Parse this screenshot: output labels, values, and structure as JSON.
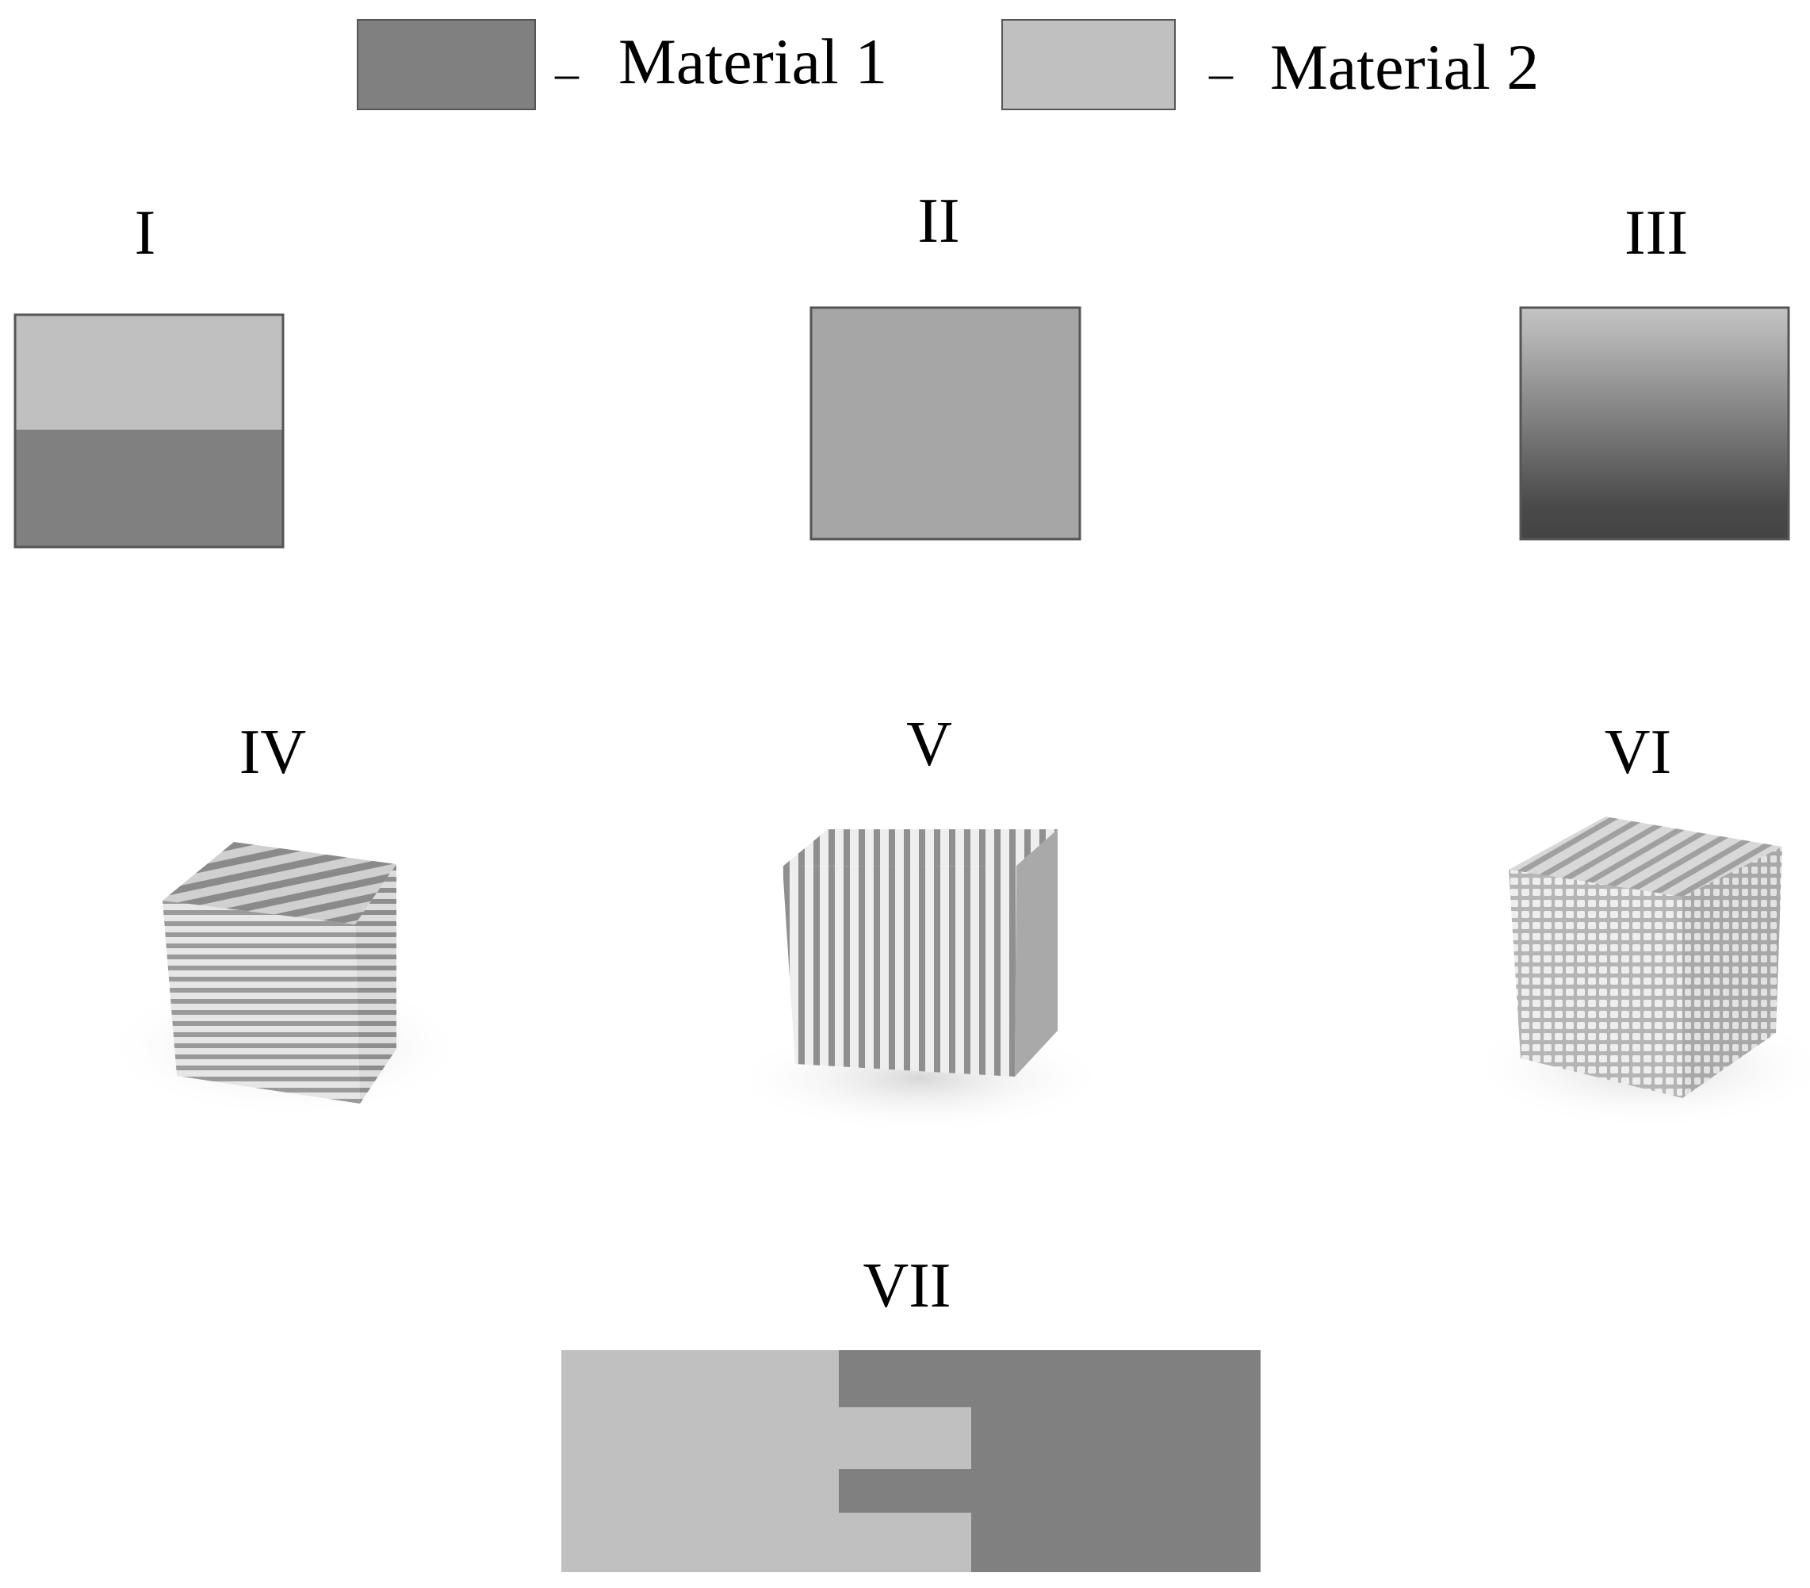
{
  "legend": {
    "items": [
      {
        "label": "Material 1",
        "dash": "–",
        "color": "#808080"
      },
      {
        "label": "Material 2",
        "dash": "–",
        "color": "#c0c0c0"
      }
    ]
  },
  "panels": [
    {
      "label": "I",
      "kind": "two-layer"
    },
    {
      "label": "II",
      "kind": "uniform-mixture"
    },
    {
      "label": "III",
      "kind": "gradient"
    },
    {
      "label": "IV",
      "kind": "horizontal-laminate-cube"
    },
    {
      "label": "V",
      "kind": "vertical-laminate-cube"
    },
    {
      "label": "VI",
      "kind": "grid-laminate-cube"
    },
    {
      "label": "VII",
      "kind": "interlocking-joint"
    }
  ],
  "colors": {
    "material1": "#808080",
    "material2": "#c0c0c0",
    "mixture": "#a6a6a6",
    "gradient_top": "#c4c4c4",
    "gradient_bottom": "#444444",
    "outline": "#555555"
  }
}
